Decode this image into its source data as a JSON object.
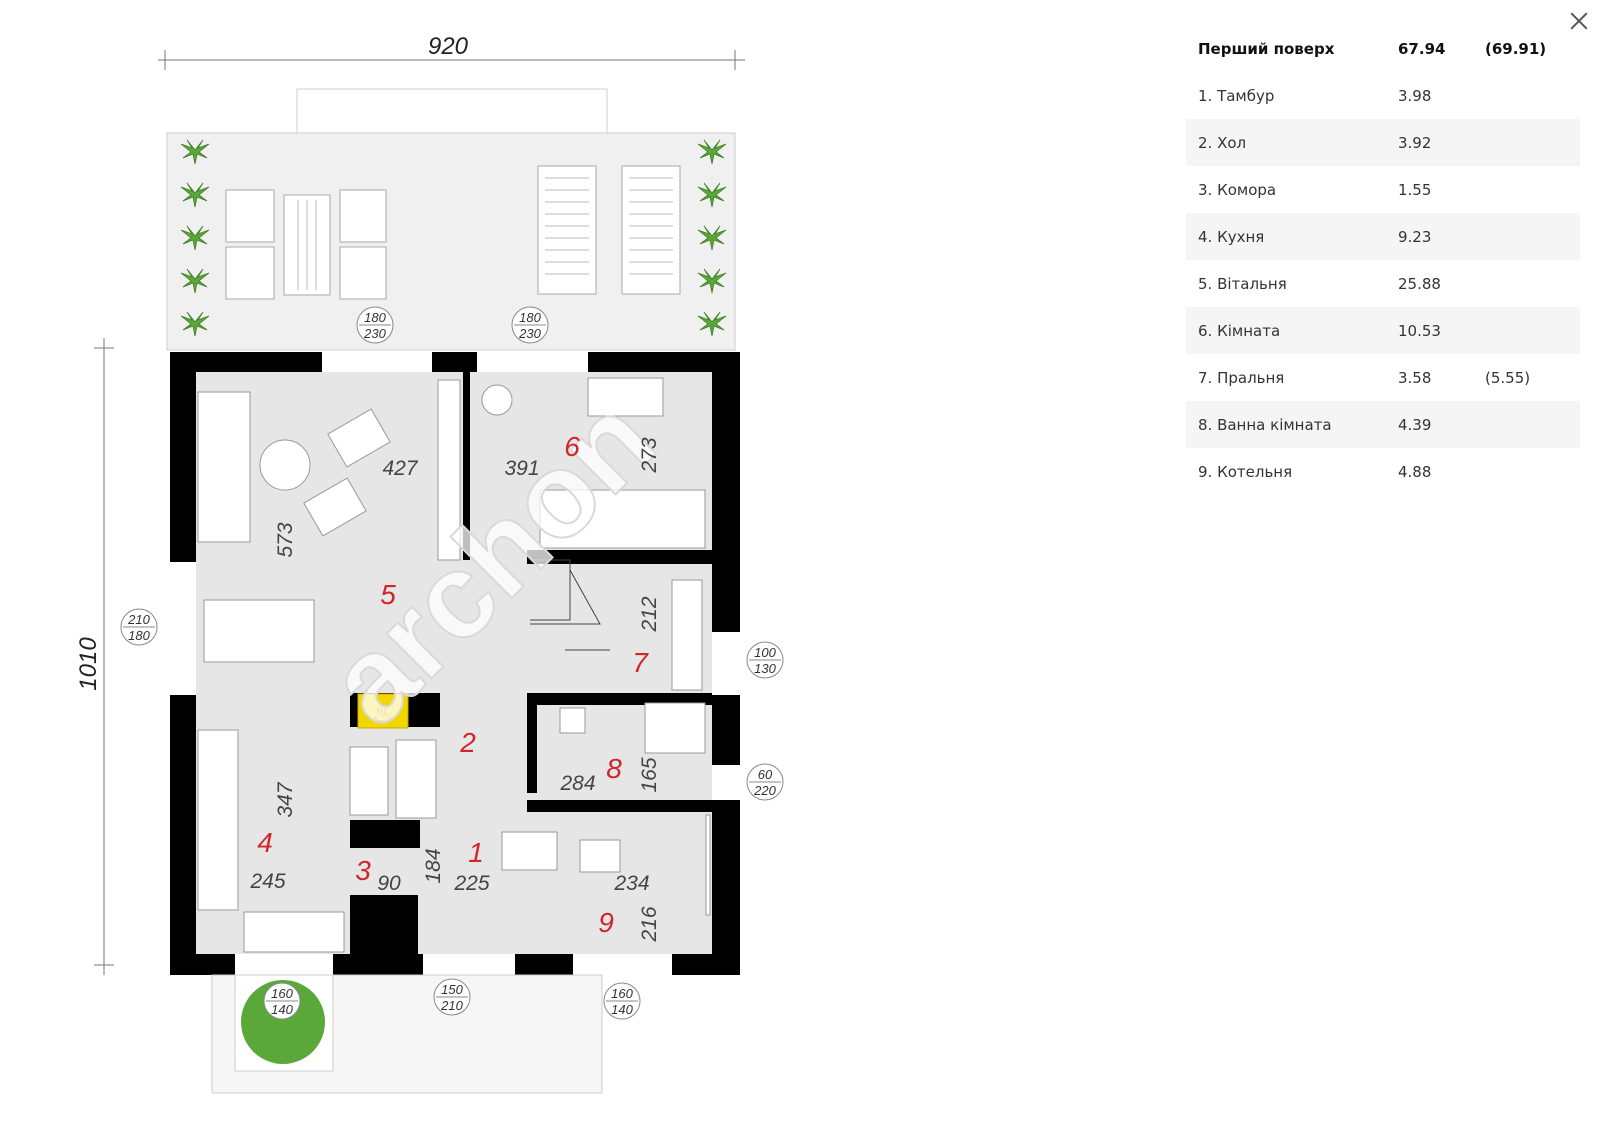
{
  "dialog": {
    "close_label": "×"
  },
  "plan": {
    "width_dim": "920",
    "height_dim": "1010",
    "watermark": "archon",
    "room_numbers": [
      "1",
      "2",
      "3",
      "4",
      "5",
      "6",
      "7",
      "8",
      "9"
    ],
    "dimensions": {
      "d427": "427",
      "d391": "391",
      "d273": "273",
      "d573": "573",
      "d212": "212",
      "d347": "347",
      "d284": "284",
      "d165": "165",
      "d184": "184",
      "d245": "245",
      "d90": "90",
      "d225": "225",
      "d234": "234",
      "d216": "216"
    },
    "openings": [
      {
        "top": "180",
        "bottom": "230"
      },
      {
        "top": "180",
        "bottom": "230"
      },
      {
        "top": "210",
        "bottom": "180"
      },
      {
        "top": "100",
        "bottom": "130"
      },
      {
        "top": "60",
        "bottom": "220"
      },
      {
        "top": "160",
        "bottom": "140"
      },
      {
        "top": "150",
        "bottom": "210"
      },
      {
        "top": "160",
        "bottom": "140"
      }
    ]
  },
  "table": {
    "header": {
      "name": "Перший поверх",
      "area": "67.94",
      "gross": "(69.91)"
    },
    "rows": [
      {
        "name": "1. Тамбур",
        "area": "3.98",
        "gross": ""
      },
      {
        "name": "2. Хол",
        "area": "3.92",
        "gross": ""
      },
      {
        "name": "3. Комора",
        "area": "1.55",
        "gross": ""
      },
      {
        "name": "4. Кухня",
        "area": "9.23",
        "gross": ""
      },
      {
        "name": "5. Вітальня",
        "area": "25.88",
        "gross": ""
      },
      {
        "name": "6. Кімната",
        "area": "10.53",
        "gross": ""
      },
      {
        "name": "7. Пральня",
        "area": "3.58",
        "gross": "(5.55)"
      },
      {
        "name": "8. Ванна кімната",
        "area": "4.39",
        "gross": ""
      },
      {
        "name": "9. Котельня",
        "area": "4.88",
        "gross": ""
      }
    ]
  },
  "colors": {
    "wall": "#000000",
    "floor": "#e6e6e6",
    "dim_red": "#d0262b",
    "plant": "#5aa83a",
    "fire": "#f2d600"
  }
}
